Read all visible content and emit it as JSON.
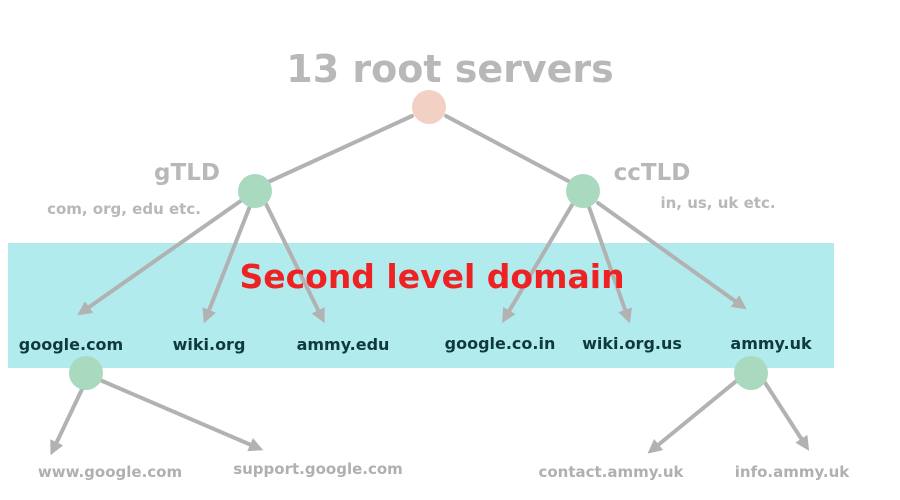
{
  "title": "13 root servers",
  "gtld": {
    "label": "gTLD",
    "examples": "com, org, edu etc."
  },
  "cctld": {
    "label": "ccTLD",
    "examples": "in, us, uk etc."
  },
  "band_label": "Second level domain",
  "second_level": [
    "google.com",
    "wiki.org",
    "ammy.edu",
    "google.co.in",
    "wiki.org.us",
    "ammy.uk"
  ],
  "subdomains": [
    "www.google.com",
    "support.google.com",
    "contact.ammy.uk",
    "info.ammy.uk"
  ],
  "colors": {
    "root_node": "#f2d0c3",
    "tld_node": "#a9d9be",
    "band": "#b2ebee",
    "banner_text": "#ee2222",
    "edges": "#b2b2b2"
  }
}
